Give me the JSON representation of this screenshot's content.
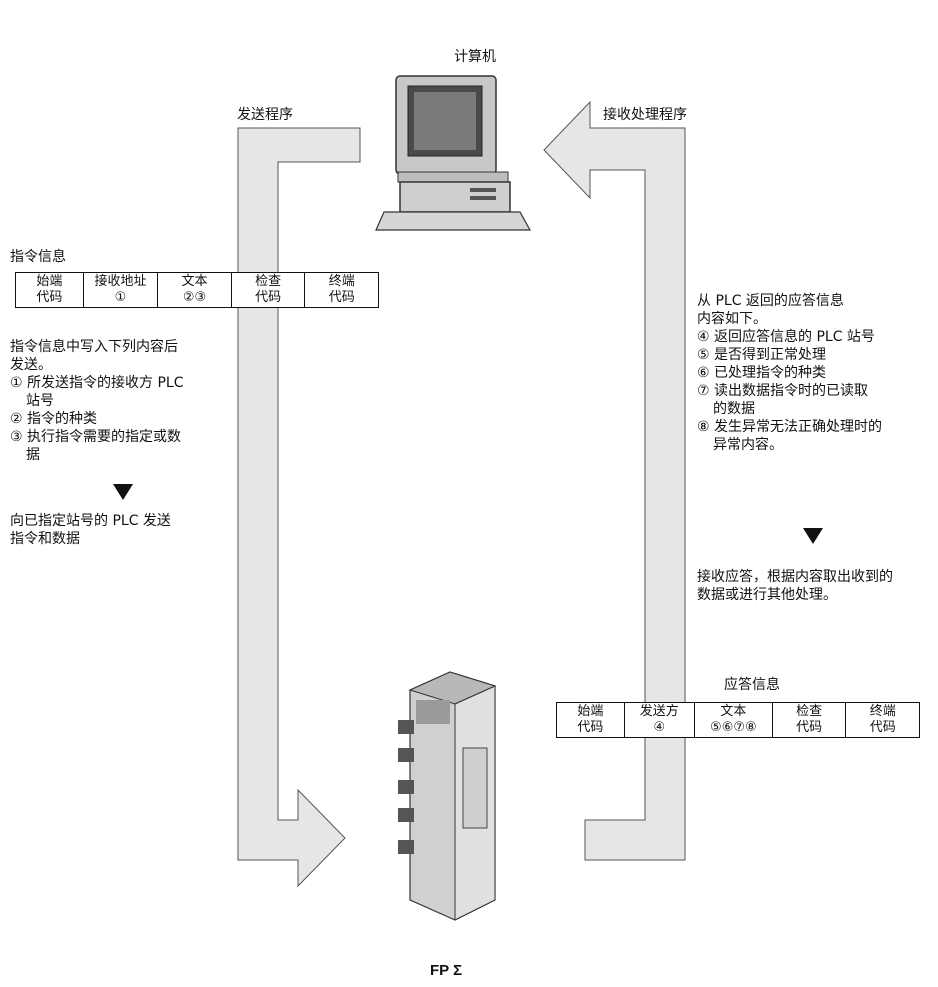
{
  "computer_label": "计算机",
  "send_program_label": "发送程序",
  "receive_program_label": "接收处理程序",
  "plc_label": "FP Σ",
  "command": {
    "title": "指令信息",
    "cells": [
      {
        "line1": "始端",
        "line2": "代码"
      },
      {
        "line1": "接收地址",
        "line2": "①"
      },
      {
        "line1": "文本",
        "line2": "②③"
      },
      {
        "line1": "检查",
        "line2": "代码"
      },
      {
        "line1": "终端",
        "line2": "代码"
      }
    ],
    "desc": [
      "指令信息中写入下列内容后",
      "发送。",
      "① 所发送指令的接收方 PLC",
      "站号",
      "② 指令的种类",
      "③ 执行指令需要的指定或数",
      "据"
    ],
    "send_note": [
      "向已指定站号的 PLC 发送",
      "指令和数据"
    ]
  },
  "response": {
    "title": "应答信息",
    "cells": [
      {
        "line1": "始端",
        "line2": "代码"
      },
      {
        "line1": "发送方",
        "line2": "④"
      },
      {
        "line1": "文本",
        "line2": "⑤⑥⑦⑧"
      },
      {
        "line1": "检查",
        "line2": "代码"
      },
      {
        "line1": "终端",
        "line2": "代码"
      }
    ],
    "desc": [
      "从 PLC 返回的应答信息",
      "内容如下。",
      "④ 返回应答信息的 PLC 站号",
      "⑤ 是否得到正常处理",
      "⑥ 已处理指令的种类",
      "⑦ 读出数据指令时的已读取",
      "的数据",
      "⑧ 发生异常无法正确处理时的",
      "异常内容。"
    ],
    "receive_note": [
      "接收应答，根据内容取出收到的",
      "数据或进行其他处理。"
    ]
  }
}
